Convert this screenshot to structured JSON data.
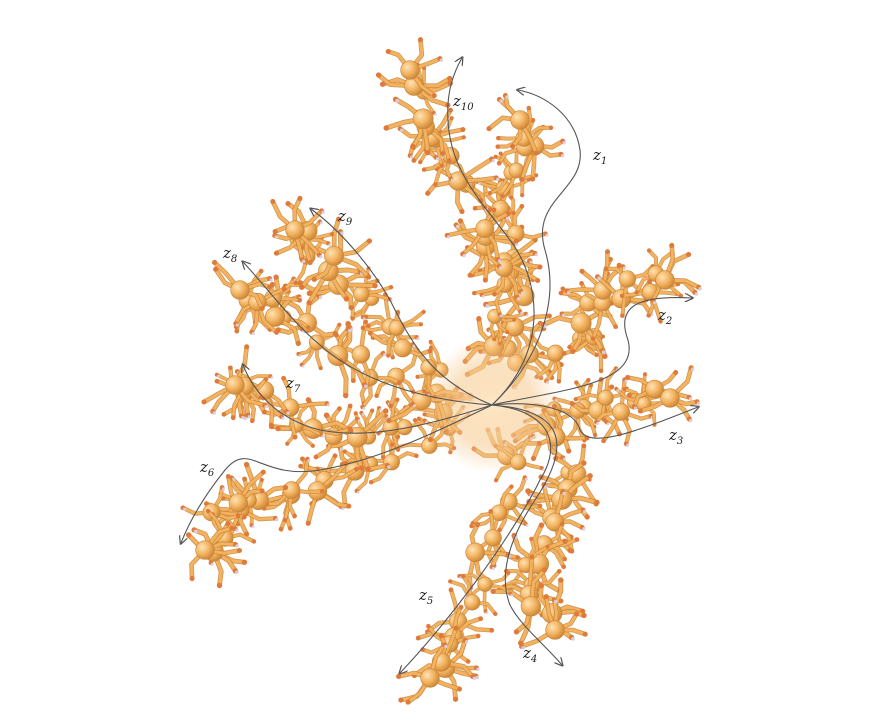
{
  "figure": {
    "colors": {
      "molecule": "#f2b25f",
      "molecule_light": "#ffd49a",
      "molecule_dark": "#c98436",
      "atom_tip": "#e07a3a",
      "trace": "#d9d3ea",
      "curve": "#555555",
      "background": "#ffffff"
    },
    "labels": [
      {
        "id": "z1",
        "base": "z",
        "sub": "1"
      },
      {
        "id": "z2",
        "base": "z",
        "sub": "2"
      },
      {
        "id": "z3",
        "base": "z",
        "sub": "3"
      },
      {
        "id": "z4",
        "base": "z",
        "sub": "4"
      },
      {
        "id": "z5",
        "base": "z",
        "sub": "5"
      },
      {
        "id": "z6",
        "base": "z",
        "sub": "6"
      },
      {
        "id": "z7",
        "base": "z",
        "sub": "7"
      },
      {
        "id": "z8",
        "base": "z",
        "sub": "8"
      },
      {
        "id": "z9",
        "base": "z",
        "sub": "9"
      },
      {
        "id": "z10",
        "base": "z",
        "sub": "10"
      }
    ]
  }
}
